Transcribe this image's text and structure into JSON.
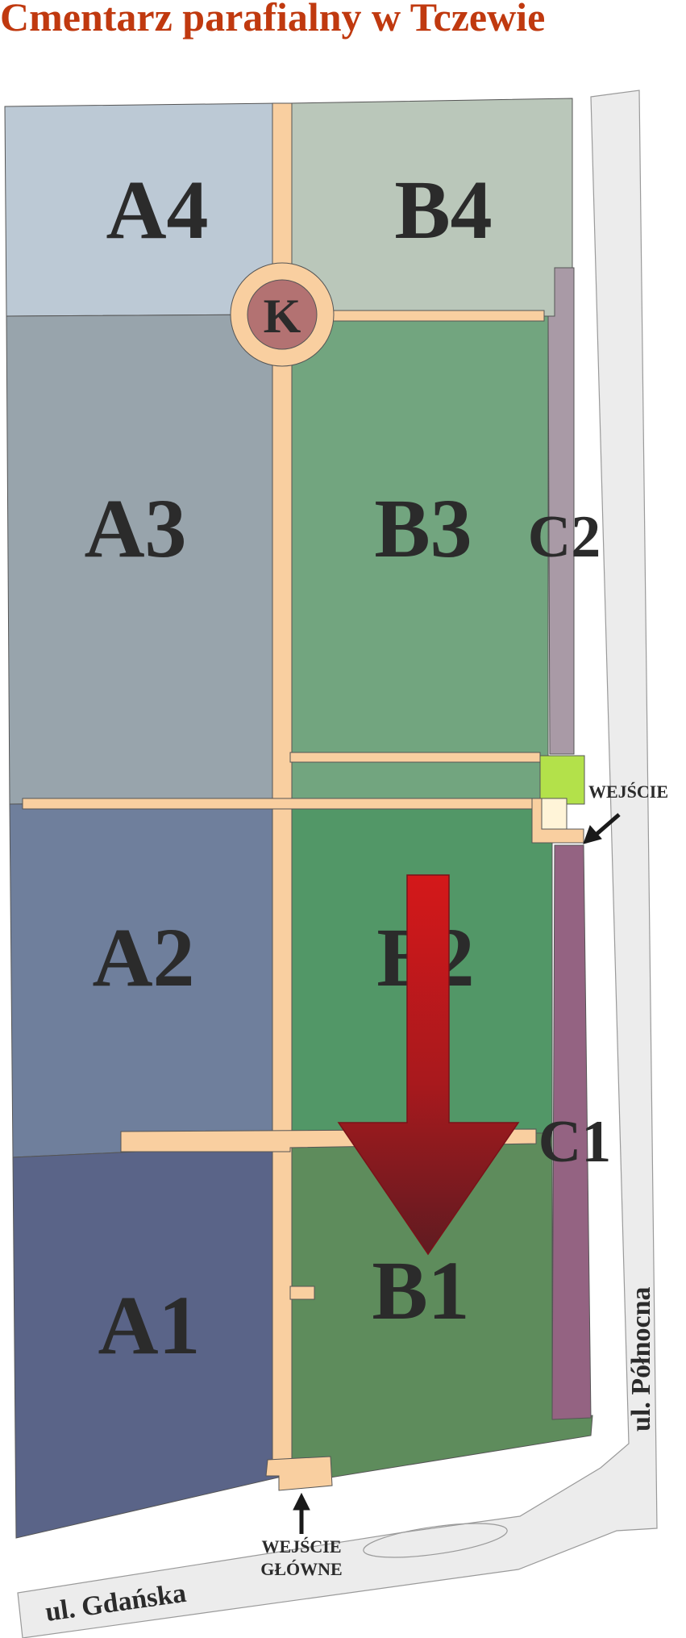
{
  "title": "Cmentarz parafialny w Tczewie",
  "colors": {
    "title": "#c0390f",
    "path": "#f9cfa0",
    "street": "#ececec",
    "A4": "#bcc9d5",
    "A3": "#98a4ac",
    "A2": "#6f7f9c",
    "A1": "#5a6488",
    "B4": "#bac7ba",
    "B3": "#72a57f",
    "B2": "#529767",
    "B1": "#5e8c5c",
    "C2": "#a99aa6",
    "C1": "#946382",
    "chapel": "#b37272",
    "entrance_square": "#b3e14a",
    "arrow_top": "#d4181a",
    "arrow_bottom": "#5f1b21"
  },
  "sections": {
    "A4": "A4",
    "A3": "A3",
    "A2": "A2",
    "A1": "A1",
    "B4": "B4",
    "B3": "B3",
    "B2": "B2",
    "B1": "B1",
    "C2": "C2",
    "C1": "C1"
  },
  "chapel_label": "K",
  "entrance_side": "WEJŚCIE",
  "entrance_main_line1": "WEJŚCIE",
  "entrance_main_line2": "GŁÓWNE",
  "streets": {
    "gdanska": "ul. Gdańska",
    "polnocna": "ul. Północna"
  },
  "icons": {
    "direction_arrow": "arrow-down-icon",
    "entrance_pointer": "arrow-pointer-icon"
  }
}
